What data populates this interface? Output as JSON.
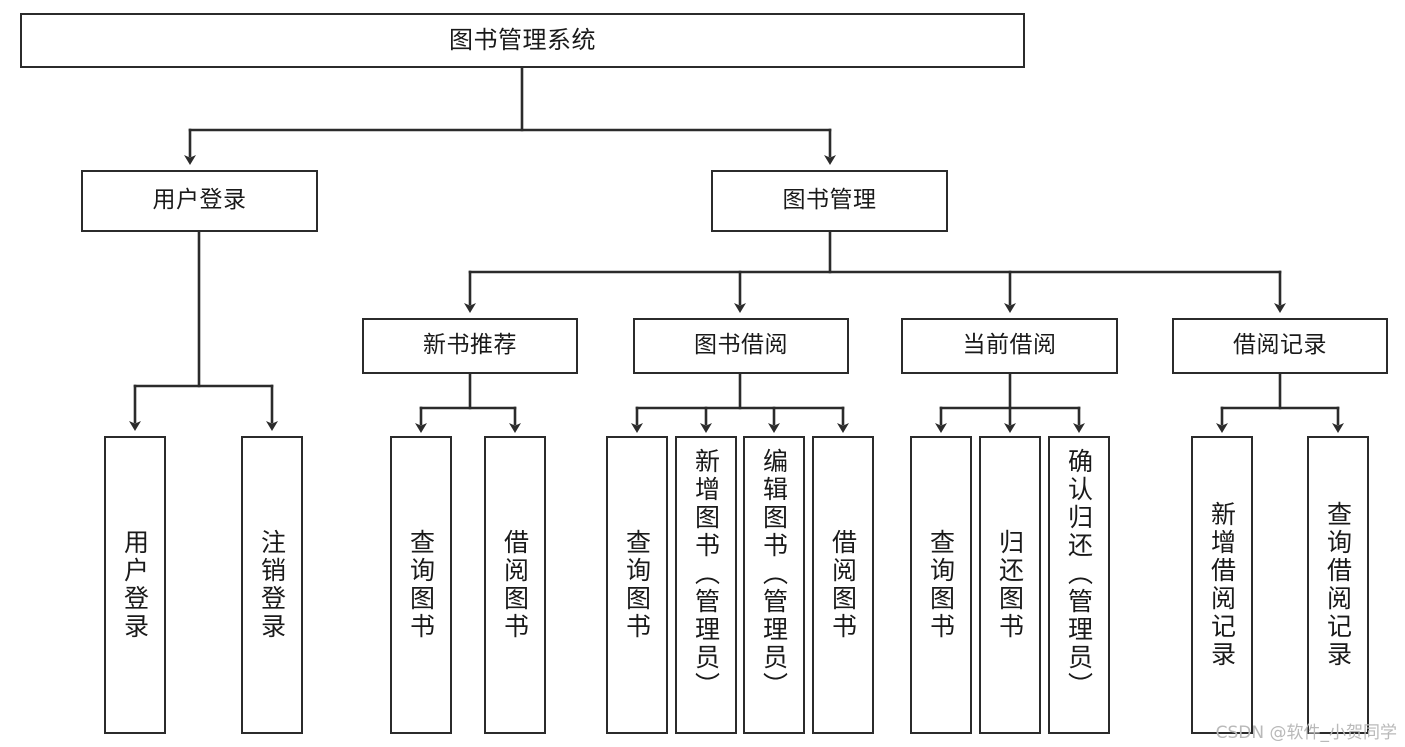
{
  "diagram": {
    "type": "tree",
    "title": "图书管理系统",
    "orientation": "top-down",
    "line_color": "#2b2b2b",
    "box_fill": "#ffffff",
    "text_color": "#1a1a1a"
  },
  "nodes": {
    "root": {
      "label": "图书管理系统"
    },
    "level2": [
      {
        "label": "用户登录"
      },
      {
        "label": "图书管理"
      }
    ],
    "level3": [
      {
        "label": "新书推荐"
      },
      {
        "label": "图书借阅"
      },
      {
        "label": "当前借阅"
      },
      {
        "label": "借阅记录"
      }
    ],
    "leaves": {
      "user_login": [
        {
          "label": "用户登录"
        },
        {
          "label": "注销登录"
        }
      ],
      "new_book_recommend": [
        {
          "label": "查询图书"
        },
        {
          "label": "借阅图书"
        }
      ],
      "book_borrow": [
        {
          "label": "查询图书"
        },
        {
          "label": "新增图书（管理员）"
        },
        {
          "label": "编辑图书（管理员）"
        },
        {
          "label": "借阅图书"
        }
      ],
      "current_borrow": [
        {
          "label": "查询图书"
        },
        {
          "label": "归还图书"
        },
        {
          "label": "确认归还（管理员）"
        }
      ],
      "borrow_record": [
        {
          "label": "新增借阅记录"
        },
        {
          "label": "查询借阅记录"
        }
      ]
    }
  },
  "watermark": {
    "text": "CSDN @软件_小贺同学"
  }
}
